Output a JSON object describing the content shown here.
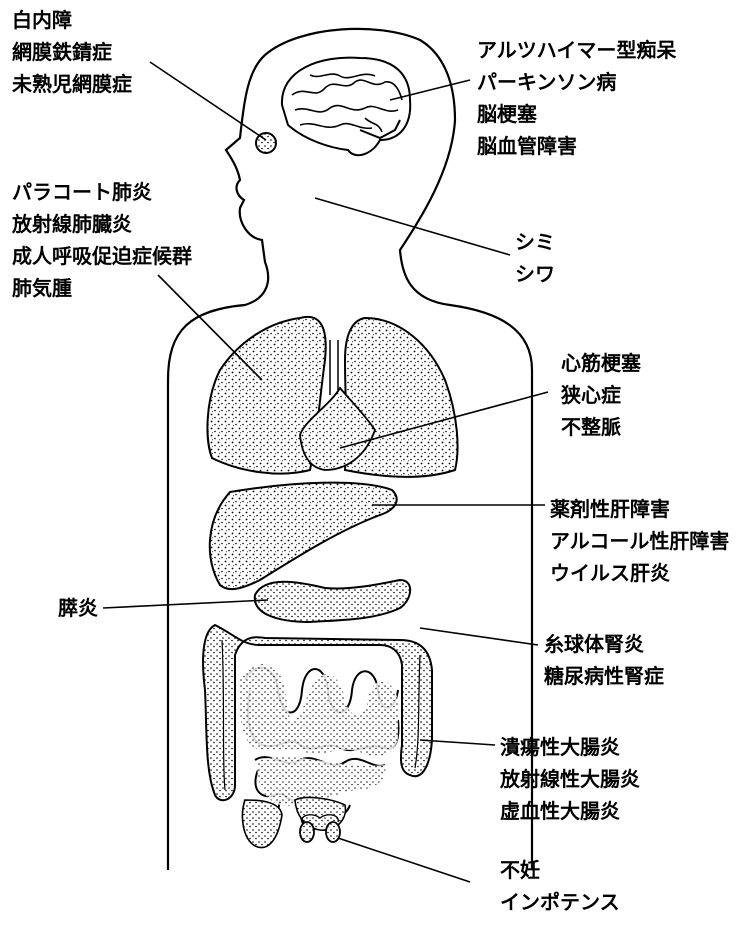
{
  "figure": {
    "labels": {
      "eye": [
        "白内障",
        "網膜鉄錆症",
        "未熟児網膜症"
      ],
      "brain": [
        "アルツハイマー型痴呆",
        "パーキンソン病",
        "脳梗塞",
        "脳血管障害"
      ],
      "skin": [
        "シミ",
        "シワ"
      ],
      "lung": [
        "パラコート肺炎",
        "放射線肺臓炎",
        "成人呼吸促迫症候群",
        "肺気腫"
      ],
      "heart": [
        "心筋梗塞",
        "狭心症",
        "不整脈"
      ],
      "liver": [
        "薬剤性肝障害",
        "アルコール性肝障害",
        "ウイルス肝炎"
      ],
      "pancreas": [
        "膵炎"
      ],
      "kidney": [
        "糸球体腎炎",
        "糖尿病性腎症"
      ],
      "intestine": [
        "潰瘍性大腸炎",
        "放射線性大腸炎",
        "虚血性大腸炎"
      ],
      "reproductive": [
        "不妊",
        "インポテンス"
      ]
    }
  }
}
